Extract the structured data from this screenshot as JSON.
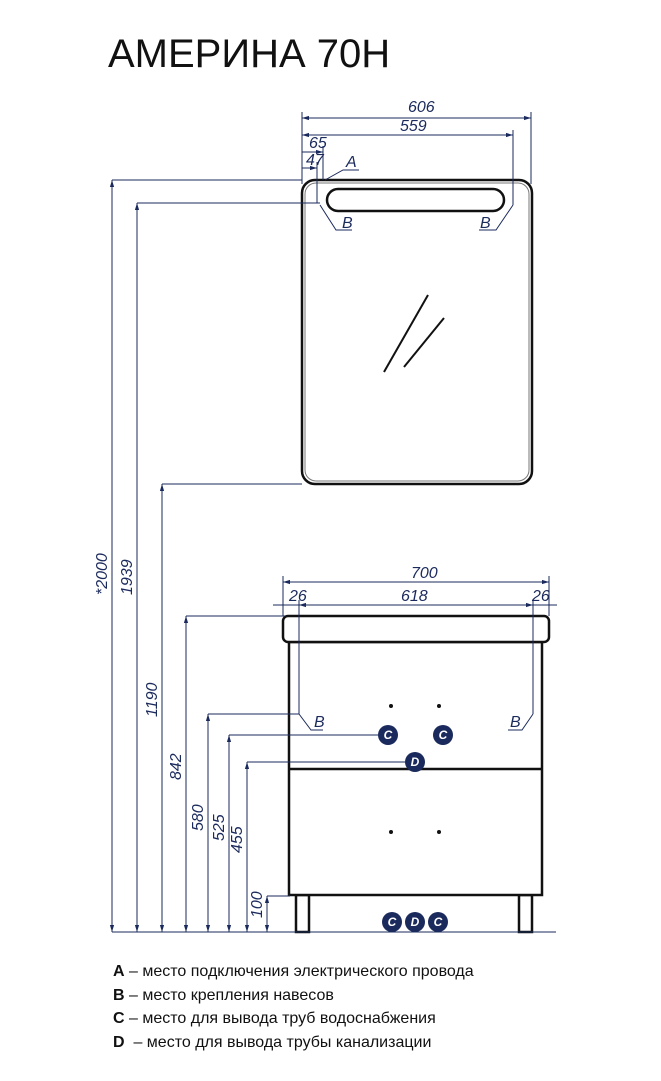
{
  "title": "АМЕРИНА 70Н",
  "colors": {
    "dimension": "#1b2a5c",
    "outline": "#111111",
    "marker": "#1b2a5c"
  },
  "mirror_dims": {
    "total_width": "606",
    "mount_width": "559",
    "a_offset": "65",
    "b_offset": "47"
  },
  "cabinet_dims": {
    "total_width": "700",
    "inner_width": "618",
    "left_margin": "26",
    "right_margin": "26"
  },
  "vertical_dims": {
    "overall": "*2000",
    "mirror_top": "1939",
    "mirror_bottom": "1190",
    "top_height": "842",
    "hinge": "580",
    "water": "525",
    "drain": "455",
    "legs": "100"
  },
  "markers": {
    "a": "A",
    "b": "B",
    "c": "C",
    "d": "D"
  },
  "legend": [
    {
      "key": "A",
      "text": " – место подключения электрического провода"
    },
    {
      "key": "B",
      "text": " – место крепления навесов"
    },
    {
      "key": "C",
      "text": " – место для вывода труб водоснабжения"
    },
    {
      "key": "D",
      "text": "  – место для вывода трубы канализации"
    }
  ]
}
